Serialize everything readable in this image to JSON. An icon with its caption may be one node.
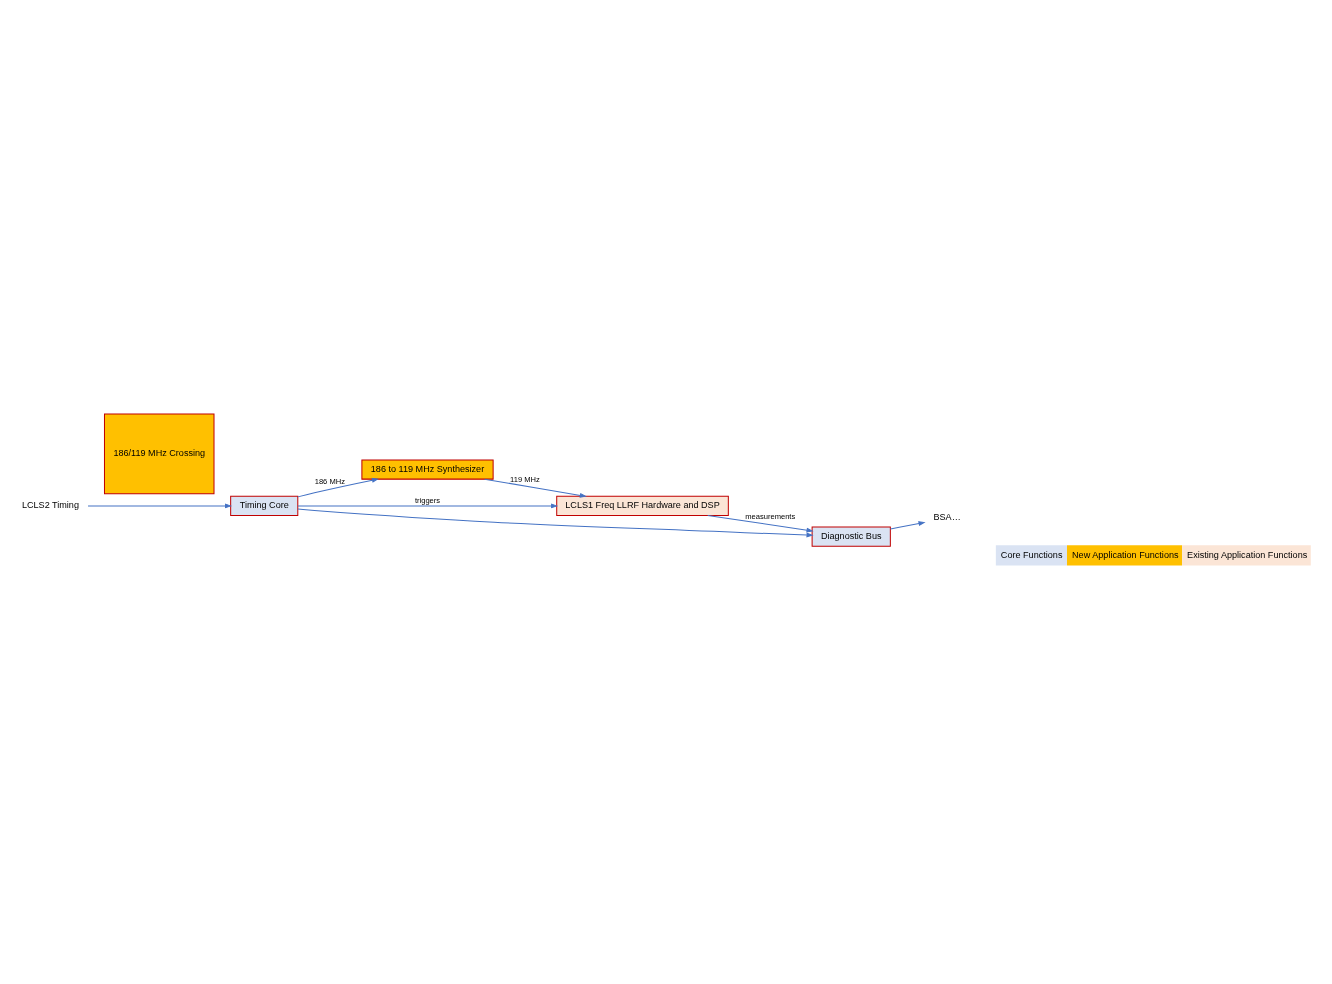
{
  "diagram": {
    "nodes": [
      {
        "text": [
          "186 to 119 MHz Synthesizer"
        ]
      },
      {
        "text": [
          "LCLS2 Timing"
        ]
      },
      {
        "text": [
          "Timing Core"
        ]
      },
      {
        "text": [
          "186/119 MHz Crossing"
        ]
      },
      {
        "text": [
          "LCLS1 Freq LLRF Hardware and DSP"
        ]
      },
      {
        "text": [
          "BSA…"
        ]
      },
      {
        "text": [
          "Diagnostic Bus"
        ]
      }
    ],
    "edges": [
      {
        "from": 1,
        "to": 2,
        "arrow": "to"
      },
      {
        "from": 2,
        "to": 0,
        "arrow": "to",
        "label": "186 MHz"
      },
      {
        "from": 2,
        "to": 6,
        "arrow": "to"
      },
      {
        "from": 2,
        "to": 4,
        "arrow": "to",
        "label": "triggers"
      },
      {
        "from": 0,
        "to": 4,
        "arrow": "to",
        "label": "119 MHz"
      },
      {
        "from": 4,
        "to": 6,
        "arrow": "to",
        "label": "measurements"
      },
      {
        "from": 6,
        "to": 5,
        "arrow": "to"
      }
    ],
    "legend": [
      {
        "text": "Core Functions",
        "color": "#dae3f3"
      },
      {
        "text": "New Application Functions",
        "color": "#ffc000"
      },
      {
        "text": "Existing Application Functions",
        "color": "#fbe5d6"
      }
    ]
  }
}
